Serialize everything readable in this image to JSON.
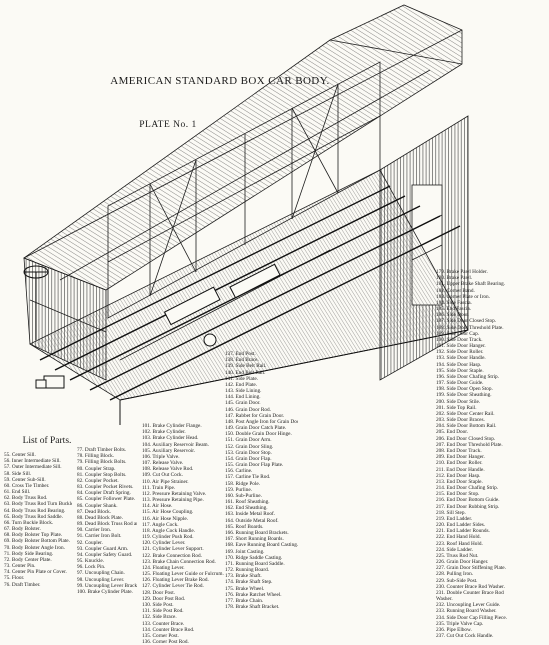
{
  "title": "AMERICAN STANDARD BOX CAR BODY.",
  "plate": "PLATE No. 1",
  "parts_heading": "List of Parts.",
  "parts_col1": [
    "55. Center Sill.",
    "56. Inner Intermediate Sill.",
    "57. Outer Intermediate Sill.",
    "58. Side Sill.",
    "59. Center Sub-Sill.",
    "60. Cross Tie Timber.",
    "61. End Sill.",
    "62. Body Truss Rod.",
    "63. Body Truss Rod Turn Buckle.",
    "64. Body Truss Rod Bearing.",
    "65. Body Truss Rod Saddle.",
    "66. Turn Buckle Block.",
    "67. Body Bolster.",
    "68. Body Bolster Top Plate.",
    "69. Body Bolster Bottom Plate.",
    "70. Body Bolster Angle Iron.",
    "71. Body Side Bearing.",
    "72. Body Center Plate.",
    "73. Center Pin.",
    "74. Center Pin Plate or Cover.",
    "75. Floor.",
    "76. Draft Timber."
  ],
  "parts_col2": [
    "77. Draft Timber Bolts.",
    "78. Filling Block.",
    "79. Filling Block Bolts.",
    "80. Coupler Strap.",
    "81. Coupler Stop Bolts.",
    "82. Coupler Pocket.",
    "83. Coupler Pocket Rivets.",
    "84. Coupler Draft Spring.",
    "85. Coupler Follower Plate.",
    "86. Coupler Shank.",
    "87. Dead Block.",
    "88. Dead Block Plate.",
    "89. Dead Block Truss Rod and Nut.",
    "90. Carrier Iron.",
    "91. Carrier Iron Bolt.",
    "92. Coupler.",
    "93. Coupler Guard Arm.",
    "94. Coupler Safety Guard.",
    "95. Knuckle.",
    "96. Lock Pin.",
    "97. Uncoupling Chain.",
    "98. Uncoupling Lever.",
    "99. Uncoupling Lever Bracket.",
    "100. Brake Cylinder Plate."
  ],
  "parts_col3": [
    "101. Brake Cylinder Flange.",
    "102. Brake Cylinder.",
    "103. Brake Cylinder Head.",
    "104. Auxiliary Reservoir Beam.",
    "105. Auxiliary Reservoir.",
    "106. Triple Valve.",
    "107. Release Valve.",
    "108. Release Valve Rod.",
    "109. Cut Out Cock.",
    "110. Air Pipe Strainer.",
    "111. Train Pipe.",
    "112. Pressure Retaining Valve.",
    "113. Pressure Retaining Pipe.",
    "114. Air Hose.",
    "115. Air Hose Coupling.",
    "116. Air Hose Nipple.",
    "117. Angle Cock.",
    "118. Angle Cock Handle.",
    "119. Cylinder Push Rod.",
    "120. Cylinder Lever.",
    "121. Cylinder Lever Support.",
    "122. Brake Connection Rod.",
    "123. Brake Chain Connection Rod.",
    "124. Floating Lever.",
    "125. Floating Lever Guide or Fulcrum.",
    "126. Floating Lever Brake Rod.",
    "127. Cylinder Lever Tie Rod.",
    "128. Door Post.",
    "129. Door Post Rod.",
    "130. Side Post.",
    "131. Side Post Rod.",
    "132. Side Brace.",
    "133. Counter Brace.",
    "134. Counter Brace Rod.",
    "135. Corner Post.",
    "136. Corner Post Rod."
  ],
  "parts_col4": [
    "137. End Post.",
    "138. End Brace.",
    "139. Side Belt Rail.",
    "140. End Belt Rail.",
    "141. Side Plate.",
    "142. End Plate.",
    "143. Side Lining.",
    "144. End Lining.",
    "145. Grain Door.",
    "146. Grain Door Rod.",
    "147. Rabbet for Grain Door.",
    "148. Post Angle Iron for Grain Door.",
    "149. Grain Door Catch Plate.",
    "150. Double Grain Door Hinge.",
    "151. Grain Door Arm.",
    "152. Grain Door Sling.",
    "153. Grain Door Stop.",
    "154. Grain Door Flap.",
    "155. Grain Door Flap Plate.",
    "156. Carline.",
    "157. Carline Tie Rod.",
    "158. Ridge Pole.",
    "159. Purline.",
    "160. Sub-Purline.",
    "161. Roof Sheathing.",
    "162. End Sheathing.",
    "163. Inside Metal Roof.",
    "164. Outside Metal Roof.",
    "165. Roof Boards.",
    "166. Running Board Brackets.",
    "167. Short Running Boards.",
    "168. Eave Running Board Casting.",
    "169. Joint Casting.",
    "170. Ridge Saddle Casting.",
    "171. Running Board Saddle.",
    "172. Running Board.",
    "173. Brake Shaft.",
    "174. Brake Shaft Step.",
    "175. Brake Wheel.",
    "176. Brake Ratchet Wheel.",
    "177. Brake Chain.",
    "178. Brake Shaft Bracket."
  ],
  "parts_col5": [
    "179. Brake Pawl Holder.",
    "180. Brake Pawl.",
    "181. Upper Brake Shaft Bearing.",
    "182. Corner Band.",
    "183. Corner Plate or Iron.",
    "184. Side Fascia.",
    "185. End Fascia.",
    "186. Side Door.",
    "187. Side Door Closed Stop.",
    "188. Side Door Threshold Plate.",
    "189. Side Door Cap.",
    "190. Side Door Track.",
    "191. Side Door Hanger.",
    "192. Side Door Roller.",
    "193. Side Door Handle.",
    "194. Side Door Hasp.",
    "195. Side Door Staple.",
    "196. Side Door Chafing Strip.",
    "197. Side Door Guide.",
    "198. Side Door Open Stop.",
    "199. Side Door Sheathing.",
    "200. Side Door Stile.",
    "201. Side Top Rail.",
    "202. Side Door Center Rail.",
    "203. Side Door Braces.",
    "204. Side Door Bottom Rail.",
    "205. End Door.",
    "206. End Door Closed Stop.",
    "207. End Door Threshold Plate.",
    "208. End Door Track.",
    "209. End Door Hanger.",
    "210. End Door Roller.",
    "211. End Door Handle.",
    "212. End Door Hasp.",
    "213. End Door Staple.",
    "214. End Door Chafing Strip.",
    "215. End Door Stop.",
    "216. End Door Bottom Guide.",
    "217. End Door Rubbing Strip.",
    "218. Sill Step.",
    "219. End Ladder.",
    "220. End Ladder Sides.",
    "221. End Ladder Rounds.",
    "222. End Hand Hold.",
    "223. Roof Hand Hold.",
    "224. Side Ladder.",
    "225. Truss Rod Nut.",
    "226. Grain Door Hanger.",
    "227. Grain Door Stiffening Plate.",
    "228. Pulling Iron.",
    "229. Sub-Side Post.",
    "230. Counter Brace Rod Washer.",
    "231. Double Counter Brace Rod",
    "          Washer.",
    "232. Uncoupling Lever Guide.",
    "233. Running Board Washer.",
    "234. Side Door Cap Filling Piece.",
    "235. Triple Valve Cap.",
    "236. Pipe Elbow.",
    "237. Cut Out Cock Handle."
  ]
}
